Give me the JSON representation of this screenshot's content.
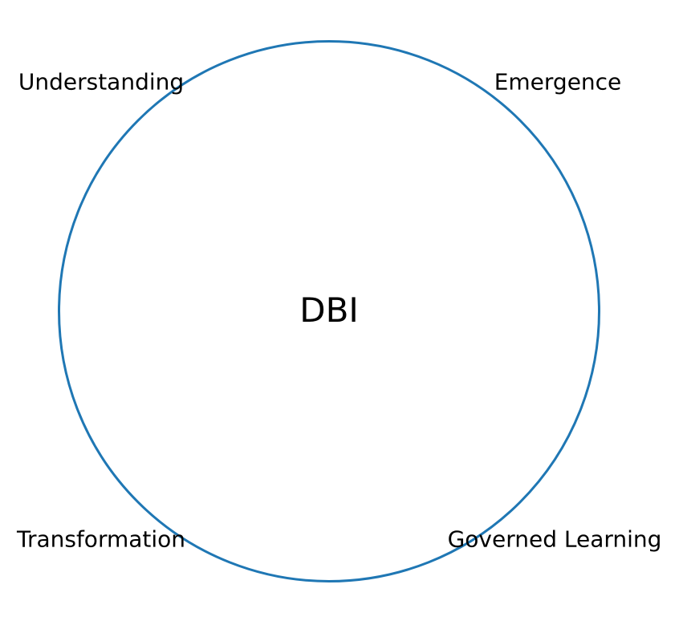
{
  "diagram": {
    "center_label": "DBI",
    "corner_labels": {
      "top_left": "Understanding",
      "top_right": "Emergence",
      "bottom_left": "Transformation",
      "bottom_right": "Governed Learning"
    },
    "circle_color": "#1f77b4",
    "background_color": "#ffffff",
    "text_color": "#000000"
  }
}
